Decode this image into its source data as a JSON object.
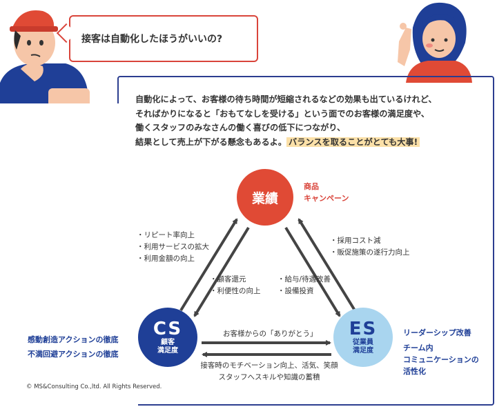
{
  "question": "接客は自動化したほうがいいの?",
  "answer": {
    "lines": [
      "自動化によって、お客様の待ち時間が短縮されるなどの効果も出ているけれど、",
      "そればかりになると「おもてなしを受ける」という面でのお客様の満足度や、",
      "働くスタッフのみなさんの働く喜びの低下につながり、"
    ],
    "last_line": "結果として売上が下がる懸念もあるよ。",
    "highlight": "バランスを取ることがとても大事!"
  },
  "diagram": {
    "top": {
      "label": "業績",
      "side": [
        "商品",
        "キャンペーン"
      ]
    },
    "cs": {
      "label": "CS",
      "sub": [
        "顧客",
        "満足度"
      ],
      "side": [
        "感動創造アクションの徹底",
        "不満回避アクションの徹底"
      ]
    },
    "es": {
      "label": "ES",
      "sub": [
        "従業員",
        "満足度"
      ],
      "side1": "リーダーシップ改善",
      "side2": [
        "チーム内",
        "コミュニケーションの",
        "活性化"
      ]
    },
    "cs_to_top": [
      "・リピート率向上",
      "・利用サービスの拡大",
      "・利用金額の向上"
    ],
    "top_to_cs": [
      "・顧客還元",
      "・利便性の向上"
    ],
    "top_to_es": [
      "・給与/待遇改善",
      "・設備投資"
    ],
    "es_to_top": [
      "・採用コスト減",
      "・販促施策の遂行力向上"
    ],
    "cs_to_es": "お客様からの「ありがとう」",
    "es_to_cs": [
      "接客時のモチベーション向上、活気、笑顔",
      "スタッフへスキルや知識の蓄積"
    ]
  },
  "copyright": "© MS&Consulting Co.,ltd. All Rights Reserved.",
  "colors": {
    "red": "#e04a35",
    "navy": "#1f3f97",
    "light_blue": "#a9d5ef",
    "highlight": "#fbe0a8"
  }
}
